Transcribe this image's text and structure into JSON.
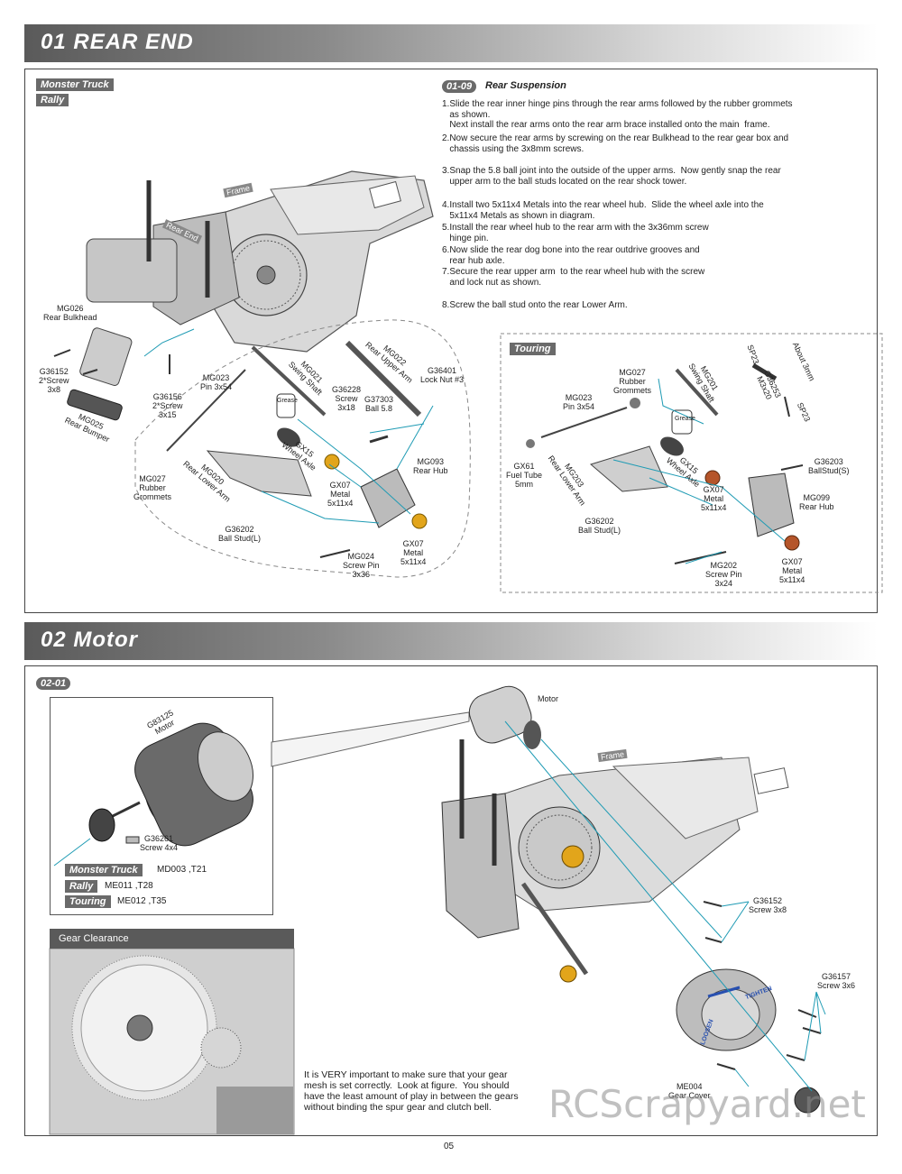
{
  "sections": {
    "rear_end_title": "01 REAR END",
    "motor_title": "02 Motor"
  },
  "rear_end": {
    "model_tags": [
      "Monster Truck",
      "Rally"
    ],
    "step_tag": "01-09",
    "step_title": "Rear Suspension",
    "instructions": [
      "1.Slide the rear inner hinge pins through the rear arms followed by the rubber grommets\n   as shown.\n   Next install the rear arms onto the rear arm brace installed onto the main  frame.",
      "2.Now secure the rear arms by screwing on the rear Bulkhead to the rear gear box and\n   chassis using the 3x8mm screws.",
      "3.Snap the 5.8 ball joint into the outside of the upper arms.  Now gently snap the rear\n   upper arm to the ball studs located on the rear shock tower.",
      "4.Install two 5x11x4 Metals into the rear wheel hub.  Slide the wheel axle into the\n   5x11x4 Metals as shown in diagram.",
      "5.Install the rear wheel hub to the rear arm with the 3x36mm screw\n   hinge pin.",
      "6.Now slide the rear dog bone into the rear outdrive grooves and\n   rear hub axle.",
      "7.Secure the rear upper arm  to the rear wheel hub with the screw\n   and lock nut as shown.",
      "8.Screw the ball stud onto the rear Lower Arm."
    ],
    "parts": {
      "frame": "Frame",
      "rear_end": "Rear End",
      "mg026": "MG026\nRear Bulkhead",
      "g36152": "G36152\n2*Screw\n3x8",
      "mg025": "MG025\nRear Bumper",
      "g36156": "G36156\n2*Screw\n3x15",
      "mg023": "MG023\nPin 3x54",
      "mg027": "MG027\nRubber\nGrommets",
      "mg020": "MG020\nRear Lower Arm",
      "g36202": "G36202\nBall Stud(L)",
      "mg021": "MG021\nSwing Shaft",
      "gx15": "GX15\nWheel Axle",
      "grease": "Grease",
      "g36228": "G36228\nScrew\n3x18",
      "g37303": "G37303\nBall 5.8",
      "mg022": "MG022\nRear Upper Arm",
      "g36401": "G36401\nLock Nut #3",
      "gx07a": "GX07\nMetal\n5x11x4",
      "mg093": "MG093\nRear Hub",
      "gx07b": "GX07\nMetal\n5x11x4",
      "mg024": "MG024\nScrew Pin\n3x36"
    },
    "touring": {
      "tag": "Touring",
      "mg027": "MG027\nRubber\nGrommets",
      "mg023": "MG023\nPin 3x54",
      "mg201": "MG201\nSwing Shaft",
      "grease": "Grease",
      "sp23a": "SP23",
      "about": "About 3mm",
      "g36253": "G36253\nM3x20",
      "sp23b": "SP23",
      "gx61": "GX61\nFuel Tube\n5mm",
      "mg203": "MG203\nRear Lower Arm",
      "gx15": "GX15\nWheel Axle",
      "gx07a": "GX07\nMetal\n5x11x4",
      "g36203": "G36203\nBallStud(S)",
      "mg099": "MG099\nRear Hub",
      "g36202": "G36202\nBall Stud(L)",
      "mg202": "MG202\nScrew Pin\n3x24",
      "gx07b": "GX07\nMetal\n5x11x4"
    }
  },
  "motor": {
    "step_tag": "02-01",
    "motor_label": "Motor",
    "frame_label": "Frame",
    "inset": {
      "g83125": "G83125\nMotor",
      "g36261": "G36261\nScrew 4x4",
      "variants": [
        {
          "name": "Monster Truck",
          "value": "MD003 ,T21"
        },
        {
          "name": "Rally",
          "value": "ME011 ,T28"
        },
        {
          "name": "Touring",
          "value": "ME012 ,T35"
        }
      ]
    },
    "gear_clearance_title": "Gear Clearance",
    "note": "It is VERY important to make sure that your gear\nmesh is set correctly.  Look at figure.  You should\nhave the least amount of play in between the gears\nwithout binding the spur gear and clutch bell.",
    "g36152": "G36152\nScrew 3x8",
    "g36157": "G36157\nScrew 3x6",
    "me004": "ME004\nGear Cover",
    "cover_text_1": "TIGHTEN",
    "cover_text_2": "LOOSEN"
  },
  "page_number": "05",
  "watermark": "RCScrapyard.net"
}
